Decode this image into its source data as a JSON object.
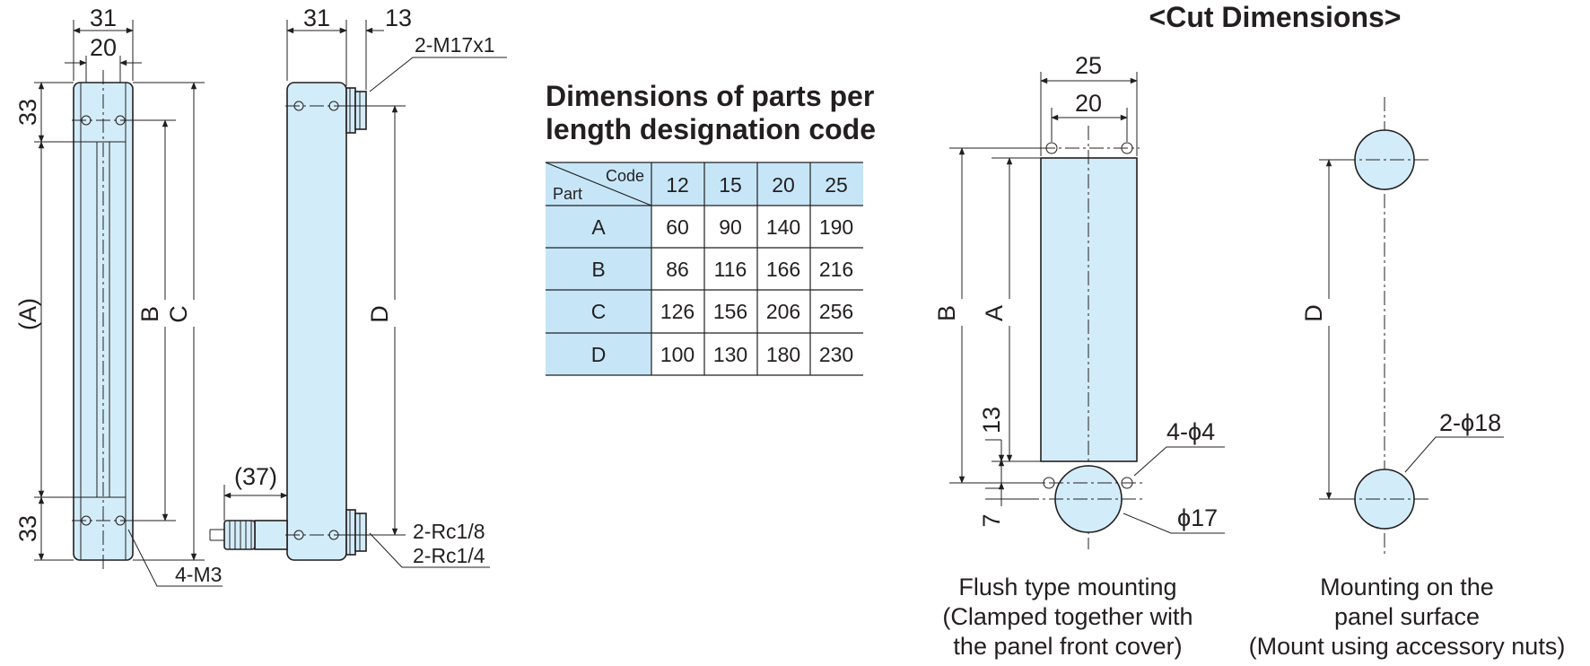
{
  "front_view": {
    "width_outer": "31",
    "width_inner": "20",
    "top_offset": "33",
    "bottom_offset": "33",
    "label_a": "(A)",
    "label_b": "B",
    "label_c": "C",
    "holes": "4-M3"
  },
  "side_view": {
    "width": "31",
    "fitting_width": "13",
    "thread": "2-M17x1",
    "label_d": "D",
    "valve_length": "(37)",
    "port_1": "2-Rc1/8",
    "port_2": "2-Rc1/4"
  },
  "table": {
    "title_line1": "Dimensions of parts per",
    "title_line2": "length designation code",
    "header_code": "Code",
    "header_part": "Part",
    "codes": [
      "12",
      "15",
      "20",
      "25"
    ],
    "rows": [
      {
        "part": "A",
        "values": [
          "60",
          "90",
          "140",
          "190"
        ]
      },
      {
        "part": "B",
        "values": [
          "86",
          "116",
          "166",
          "216"
        ]
      },
      {
        "part": "C",
        "values": [
          "126",
          "156",
          "206",
          "256"
        ]
      },
      {
        "part": "D",
        "values": [
          "100",
          "130",
          "180",
          "230"
        ]
      }
    ],
    "colors": {
      "header_fill": "#c6e6f8",
      "cell_fill": "#ffffff"
    }
  },
  "cut_dimensions": {
    "title": "<Cut Dimensions>",
    "flush": {
      "width_outer": "25",
      "width_inner": "20",
      "label_b": "B",
      "label_a": "A",
      "offset_13": "13",
      "offset_7": "7",
      "small_holes": "4-ϕ4",
      "big_hole": "ϕ17",
      "caption": [
        "Flush type mounting",
        "(Clamped together with",
        "the panel front cover)"
      ]
    },
    "surface": {
      "label_d": "D",
      "holes": "2-ϕ18",
      "caption": [
        "Mounting on the",
        "panel surface",
        "(Mount using accessory nuts)"
      ]
    }
  },
  "colors": {
    "part_fill": "#d3ecf9",
    "line": "#231f20"
  }
}
